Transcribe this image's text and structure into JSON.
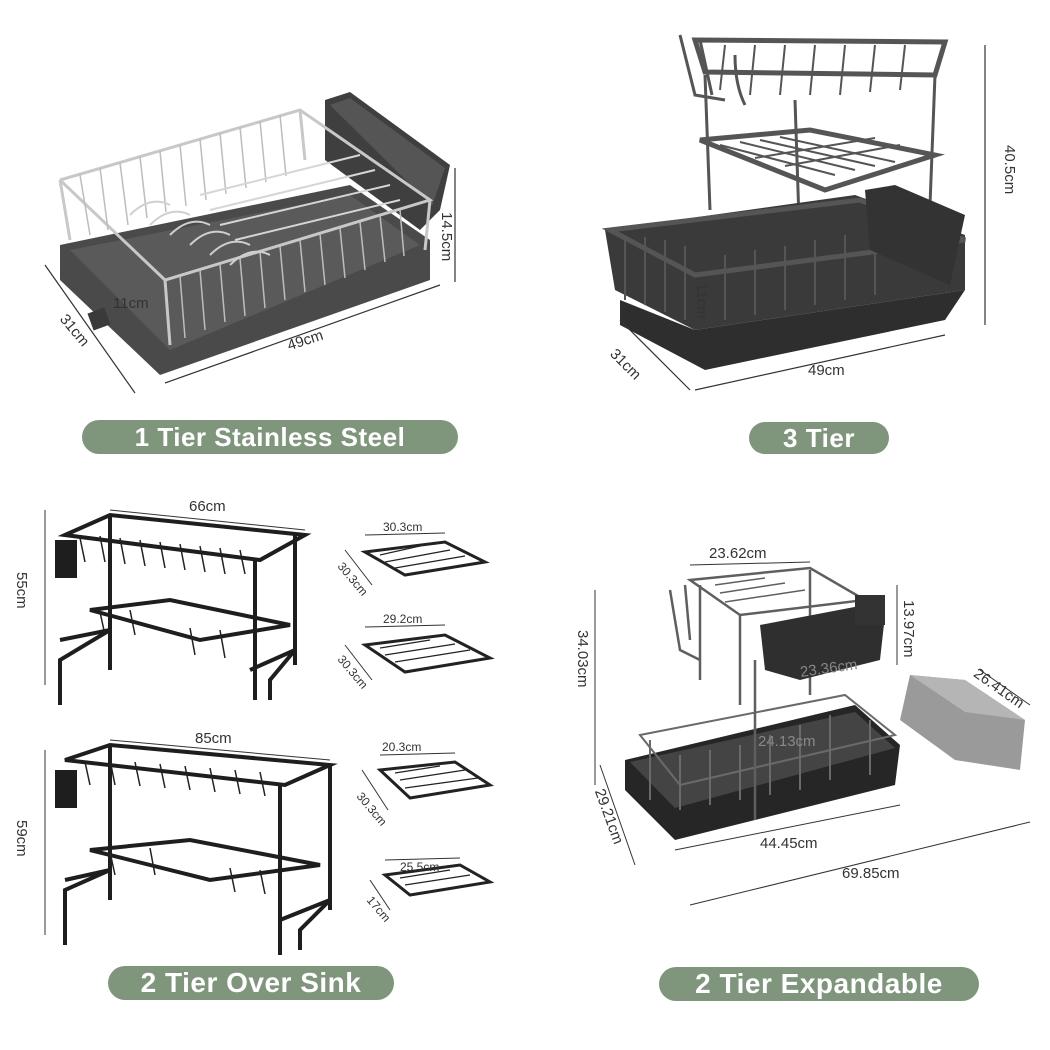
{
  "panels": {
    "one_tier": {
      "label": "1 Tier Stainless Steel",
      "dims": {
        "height": "14.5cm",
        "inner": "11cm",
        "depth": "31cm",
        "width": "49cm"
      }
    },
    "three_tier": {
      "label": "3 Tier",
      "dims": {
        "height": "40.5cm",
        "inner": "11cm",
        "depth": "31cm",
        "width": "49cm"
      }
    },
    "over_sink": {
      "label": "2 Tier Over Sink",
      "small": {
        "width": "66cm",
        "height": "55cm",
        "basket_a_w": "30.3cm",
        "basket_a_d": "30.3cm",
        "basket_b_w": "29.2cm",
        "basket_b_d": "30.3cm"
      },
      "large": {
        "width": "85cm",
        "height": "59cm",
        "basket_c_w": "20.3cm",
        "basket_c_d": "30.3cm",
        "basket_d_w": "25.5cm",
        "basket_d_d": "17cm"
      }
    },
    "expandable": {
      "label": "2 Tier Expandable",
      "dims": {
        "top_width": "23.62cm",
        "caddy_h": "13.97cm",
        "caddy_w": "23.36cm",
        "total_h": "34.03cm",
        "board_w": "26.41cm",
        "inner_w": "24.13cm",
        "depth": "29.21cm",
        "base_w": "44.45cm",
        "extended_w": "69.85cm"
      }
    }
  },
  "colors": {
    "pill": "#7f967d",
    "rack_dark": "#3d3d3d",
    "rack_mid": "#5a5a5a",
    "steel": "#c9c9c9",
    "board": "#9a9a9a"
  }
}
